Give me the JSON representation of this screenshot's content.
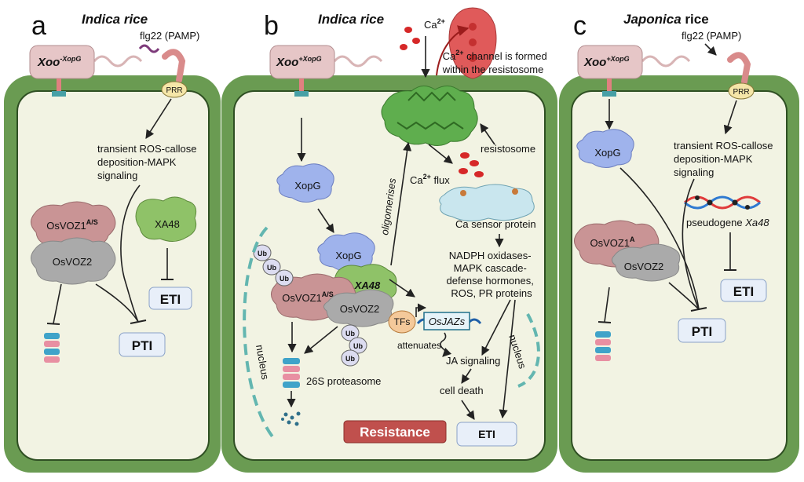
{
  "colors": {
    "cell_wall": "#6a9b52",
    "cytoplasm": "#f2f3e3",
    "xoo_body": "#e6c6c7",
    "protein_blue": "#9fb3ec",
    "xa48_green": "#8fc268",
    "ovoz_pink": "#c99495",
    "ovoz_gray": "#aaaaaa",
    "resistance_red": "#c0504d",
    "box_blue": "#e8eff9",
    "ca_red": "#d62828"
  },
  "panel_a": {
    "letter": "a",
    "title": "Indica rice",
    "xoo_label_main": "Xoo",
    "xoo_label_sup": "-XopG",
    "flg22": "flg22 (PAMP)",
    "prr": "PRR",
    "ros_lines": [
      "transient ROS-callose",
      "deposition-MAPK",
      "signaling"
    ],
    "ovoz1_main": "OsVOZ1",
    "ovoz1_sup": "A/S",
    "ovoz2": "OsVOZ2",
    "xa48": "XA48",
    "eti": "ETI",
    "pti": "PTI"
  },
  "panel_b": {
    "letter": "b",
    "title": "Indica rice",
    "xoo_label_main": "Xoo",
    "xoo_label_sup": "+XopG",
    "ca_main": "Ca",
    "ca_sup": "2+",
    "channel_line1_sup": "2+",
    "channel_line1_pre": "Ca",
    "channel_line1_post": " channel is formed",
    "channel_line2": "within the resistosome",
    "resistosome": "resistosome",
    "oligomerises": "oligomerises",
    "ca_flux_pre": "Ca",
    "ca_flux_sup": "2+",
    "ca_flux_post": " flux",
    "ca_sensor": "Ca sensor protein",
    "nadph_lines": [
      "NADPH oxidases-",
      "MAPK cascade-",
      "defense hormones,",
      "ROS, PR proteins"
    ],
    "xopg_top": "XopG",
    "xopg_complex": "XopG",
    "xa48": "XA48",
    "ovoz1_main": "OsVOZ1",
    "ovoz1_sup": "A/S",
    "ovoz2": "OsVOZ2",
    "ub": "Ub",
    "tfs": "TFs",
    "osjazs": "OsJAZs",
    "attenuates": "attenuates",
    "ja_signaling": "JA signaling",
    "cell_death": "cell death",
    "proteasome": "26S proteasome",
    "nucleus": "nucleus",
    "resistance": "Resistance",
    "eti": "ETI"
  },
  "panel_c": {
    "letter": "c",
    "title_italic": "Japonica",
    "title_rest": " rice",
    "xoo_label_main": "Xoo",
    "xoo_label_sup": "+XopG",
    "flg22": "flg22 (PAMP)",
    "prr": "PRR",
    "xopg": "XopG",
    "ros_lines": [
      "transient ROS-callose",
      "deposition-MAPK",
      "signaling"
    ],
    "pseudogene_pre": "pseudogene ",
    "pseudogene_gene": "Xa48",
    "ovoz1_main": "OsVOZ1",
    "ovoz1_sup": "A",
    "ovoz2": "OsVOZ2",
    "eti": "ETI",
    "pti": "PTI"
  }
}
